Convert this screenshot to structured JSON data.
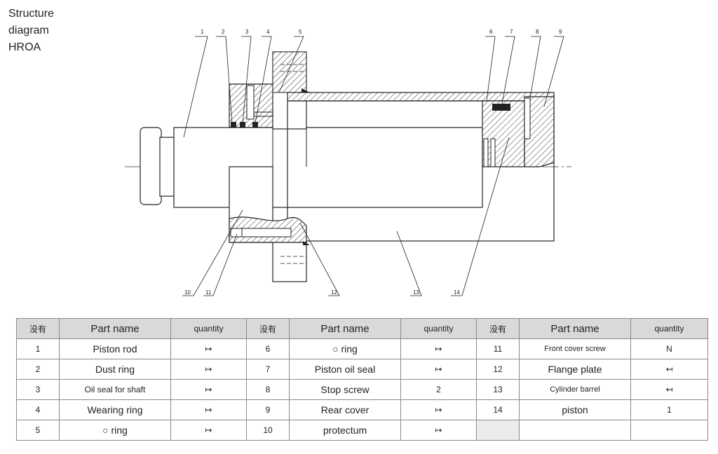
{
  "title": [
    "Structure",
    "diagram",
    "HROA"
  ],
  "callouts": [
    "1",
    "2",
    "3",
    "4",
    "5",
    "6",
    "7",
    "8",
    "9",
    "10",
    "11",
    "12",
    "13",
    "14"
  ],
  "table": {
    "header": {
      "no": "没有",
      "name": "Part name",
      "qty": "quantity"
    },
    "rows": [
      [
        {
          "no": "1",
          "name": "Piston rod",
          "qty": "↦"
        },
        {
          "no": "6",
          "name": "○ ring",
          "qty": "↦"
        },
        {
          "no": "11",
          "name": "Front cover screw",
          "qty": "N"
        }
      ],
      [
        {
          "no": "2",
          "name": "Dust ring",
          "qty": "↦"
        },
        {
          "no": "7",
          "name": "Piston oil seal",
          "qty": "↦"
        },
        {
          "no": "12",
          "name": "Flange plate",
          "qty": "↤"
        }
      ],
      [
        {
          "no": "3",
          "name": "Oil seal for shaft",
          "qty": "↦"
        },
        {
          "no": "8",
          "name": "Stop screw",
          "qty": "2"
        },
        {
          "no": "13",
          "name": "Cylinder barrel",
          "qty": "↤"
        }
      ],
      [
        {
          "no": "4",
          "name": "Wearing ring",
          "qty": "↦"
        },
        {
          "no": "9",
          "name": "Rear cover",
          "qty": "↦"
        },
        {
          "no": "14",
          "name": "piston",
          "qty": "1"
        }
      ],
      [
        {
          "no": "5",
          "name": "○ ring",
          "qty": "↦"
        },
        {
          "no": "10",
          "name": "protectum",
          "qty": "↦"
        },
        {
          "no": "",
          "name": "",
          "qty": ""
        }
      ]
    ]
  }
}
